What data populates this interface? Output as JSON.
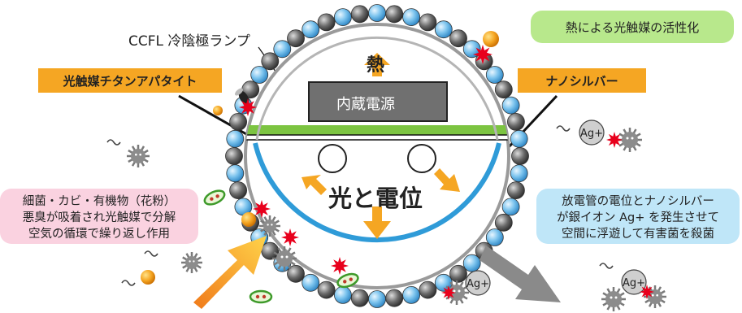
{
  "ccfl_label": "CCFL 冷陰極ランプ",
  "heat_label": "熱",
  "internal_power_label": "内蔵電源",
  "light_potential_label": "光と電位",
  "photocatalyst_label": "光触媒チタンアパタイト",
  "nanosilver_label": "ナノシルバー",
  "activation_note": "熱による光触媒の活性化",
  "photocatalyst_note": [
    "細菌・カビ・有機物（花粉）",
    "悪臭が吸着され光触媒で分解",
    "空気の循環で繰り返し作用"
  ],
  "silver_note": [
    "放電管の電位とナノシルバー",
    "が銀イオン Ag+ を発生させて",
    "空間に浮遊して有害菌を殺菌"
  ],
  "ag_ion_label": "Ag+",
  "colors": {
    "orange_label": "#f5a623",
    "pink_note": "#fad2e0",
    "blue_note": "#bfe6f8",
    "green_note": "#b8e88c",
    "ring_blue": "#2f9bd8",
    "power_box": "#707070",
    "green_plate": "#7cc441",
    "burst_red": "#e8001c"
  },
  "icons": [
    "germ-icon",
    "spore-icon",
    "bacteria-icon",
    "insect-icon",
    "silver-ion-icon",
    "burst-icon",
    "odor-icon",
    "arrow-icon"
  ]
}
